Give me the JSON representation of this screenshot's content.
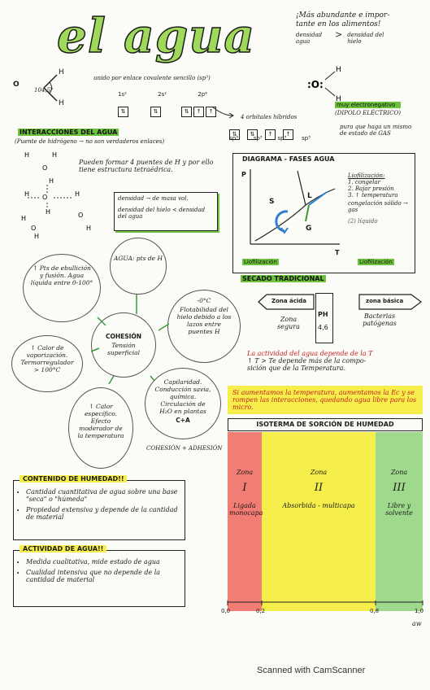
{
  "title": "el agua",
  "top_right": {
    "line1": "¡Más abundante e impor-",
    "line2": "tante en los alimentos!",
    "dens_left": "densidad agua",
    "gt": ">",
    "dens_right": "densidad del hielo"
  },
  "molecule": {
    "h1": "H",
    "o": "O",
    "h2": "H",
    "angle": "104,5°",
    "bond_note": "unido por enlace covalente sencillo (sp³)"
  },
  "orbitals": {
    "labels": [
      "1s²",
      "2s²",
      "2p⁴"
    ],
    "hybrid_note": "4 orbitales híbridos",
    "sp3_label": "sp³"
  },
  "dipole": {
    "polar_label": "muy electronegativo",
    "dipole_label": "(DIPOLO ELÉCTRICO)"
  },
  "interactions": {
    "heading": "INTERACCIONES DEL AGUA",
    "subtitle": "(Puente de hidrógeno → no son verdaderos enlaces)",
    "note1": "Pueden formar 4 puentes de H y por ello tiene estructura tetraédrica.",
    "dens_mass": "densidad → de masa vol.",
    "dens_compare": "densidad del hielo < densidad del agua"
  },
  "phase_diagram": {
    "heading": "DIAGRAMA - FASES AGUA",
    "p_axis": "P",
    "t_axis": "T",
    "s_label": "S",
    "l_label": "L",
    "g_label": "G",
    "legend_title": "Liofilización:",
    "legend_items": [
      "1. congelar",
      "2. Bajar presión",
      "3. ↑ temperatura"
    ],
    "sublimation": "congelación sólido → gas",
    "dots_label": "(2) líquido",
    "bottom_left": "Liofilización",
    "bottom_right": "Liofilización",
    "traditional": "SECADO TRADICIONAL",
    "pure_note": "pura que haga un mismo de estado de GAS"
  },
  "ph_section": {
    "arrow_left": "Zona ácida",
    "left_text": "Zona segura",
    "ph_label": "PH",
    "ph_value": "4,6",
    "arrow_right": "zona básica",
    "right_text": "Bacterias patógenas"
  },
  "activity_note": {
    "line1": "La actividad del agua depende de la T",
    "line2": "↑ T > Te depende más de la compo-",
    "line3": "sición que de la Temperatura."
  },
  "yellow_note": "Si aumentamos la temperatura, aumentamos la Ec y se rompen las interacciones, quedando agua libre para los micro.",
  "bubbles": {
    "center_top": "AGUA: pts de H",
    "left_top": "↑ Pts de ebullición y fusión. Agua líquida entre 0-100°",
    "right_top_title": "-0°C",
    "right_top": "Flotabilidad del hielo debido a los lazos entre puentes H",
    "center": "COHESIÓN",
    "center_sub": "Tensión superficial",
    "left_mid": "↑ Calor de vaporización. Termorregulador > 100°C",
    "right_mid": "Capilaridad. Conducción savia, química. Circulación de H₂O en plantas",
    "right_mid_sub": "C+A",
    "bottom": "↑ Calor específico. Efecto moderador de la temperatura",
    "cohesion_adhesion": "COHESIÓN + ADHESIÓN"
  },
  "moisture": {
    "heading": "CONTENIDO DE HUMEDAD!!",
    "items": [
      "Cantidad cuantitativa de agua sobre una base \"seca\" o \"húmeda\"",
      "Propiedad extensiva y depende de la cantidad de material"
    ]
  },
  "water_activity": {
    "heading": "ACTIVIDAD DE AGUA!!",
    "items": [
      "Medida cualitativa, mide estado de agua",
      "Cualidad intensiva que no depende de la cantidad de material"
    ]
  },
  "isotherm": {
    "heading": "ISOTERMA DE SORCIÓN DE HUMEDAD",
    "zone1": {
      "label": "Zona",
      "num": "I",
      "text": "Ligada monocapa"
    },
    "zone2": {
      "label": "Zona",
      "num": "II",
      "text": "Absorbida - multicapa"
    },
    "zone3": {
      "label": "Zona",
      "num": "III",
      "text": "Libre y solvente"
    },
    "ticks": [
      "0,0",
      "0,2",
      "0,8",
      "1,0"
    ],
    "axis_label": "aw",
    "colors": {
      "zone1": "#f27d74",
      "zone2": "#f6ee4a",
      "zone3": "#9fd98c"
    }
  },
  "footer": "Scanned with CamScanner"
}
